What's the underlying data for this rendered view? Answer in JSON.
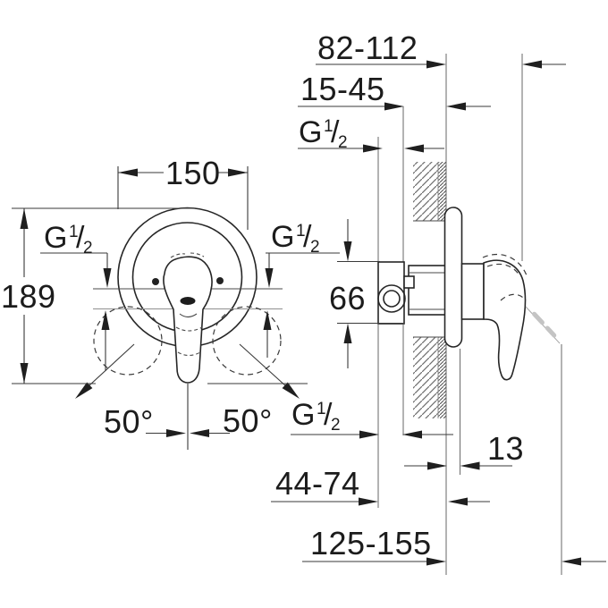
{
  "front_view": {
    "width": "150",
    "height": "189",
    "angle_left": "50°",
    "angle_right": "50°"
  },
  "side_view": {
    "wall_to_body_plane": "82-112",
    "concealed_depth": "15-45",
    "body_height": "66",
    "plate_projection": "13",
    "union_depth": "44-74",
    "total_projection": "125-155"
  },
  "thread": {
    "g": "G",
    "sup": "1",
    "slash": "/",
    "sub": "2"
  }
}
